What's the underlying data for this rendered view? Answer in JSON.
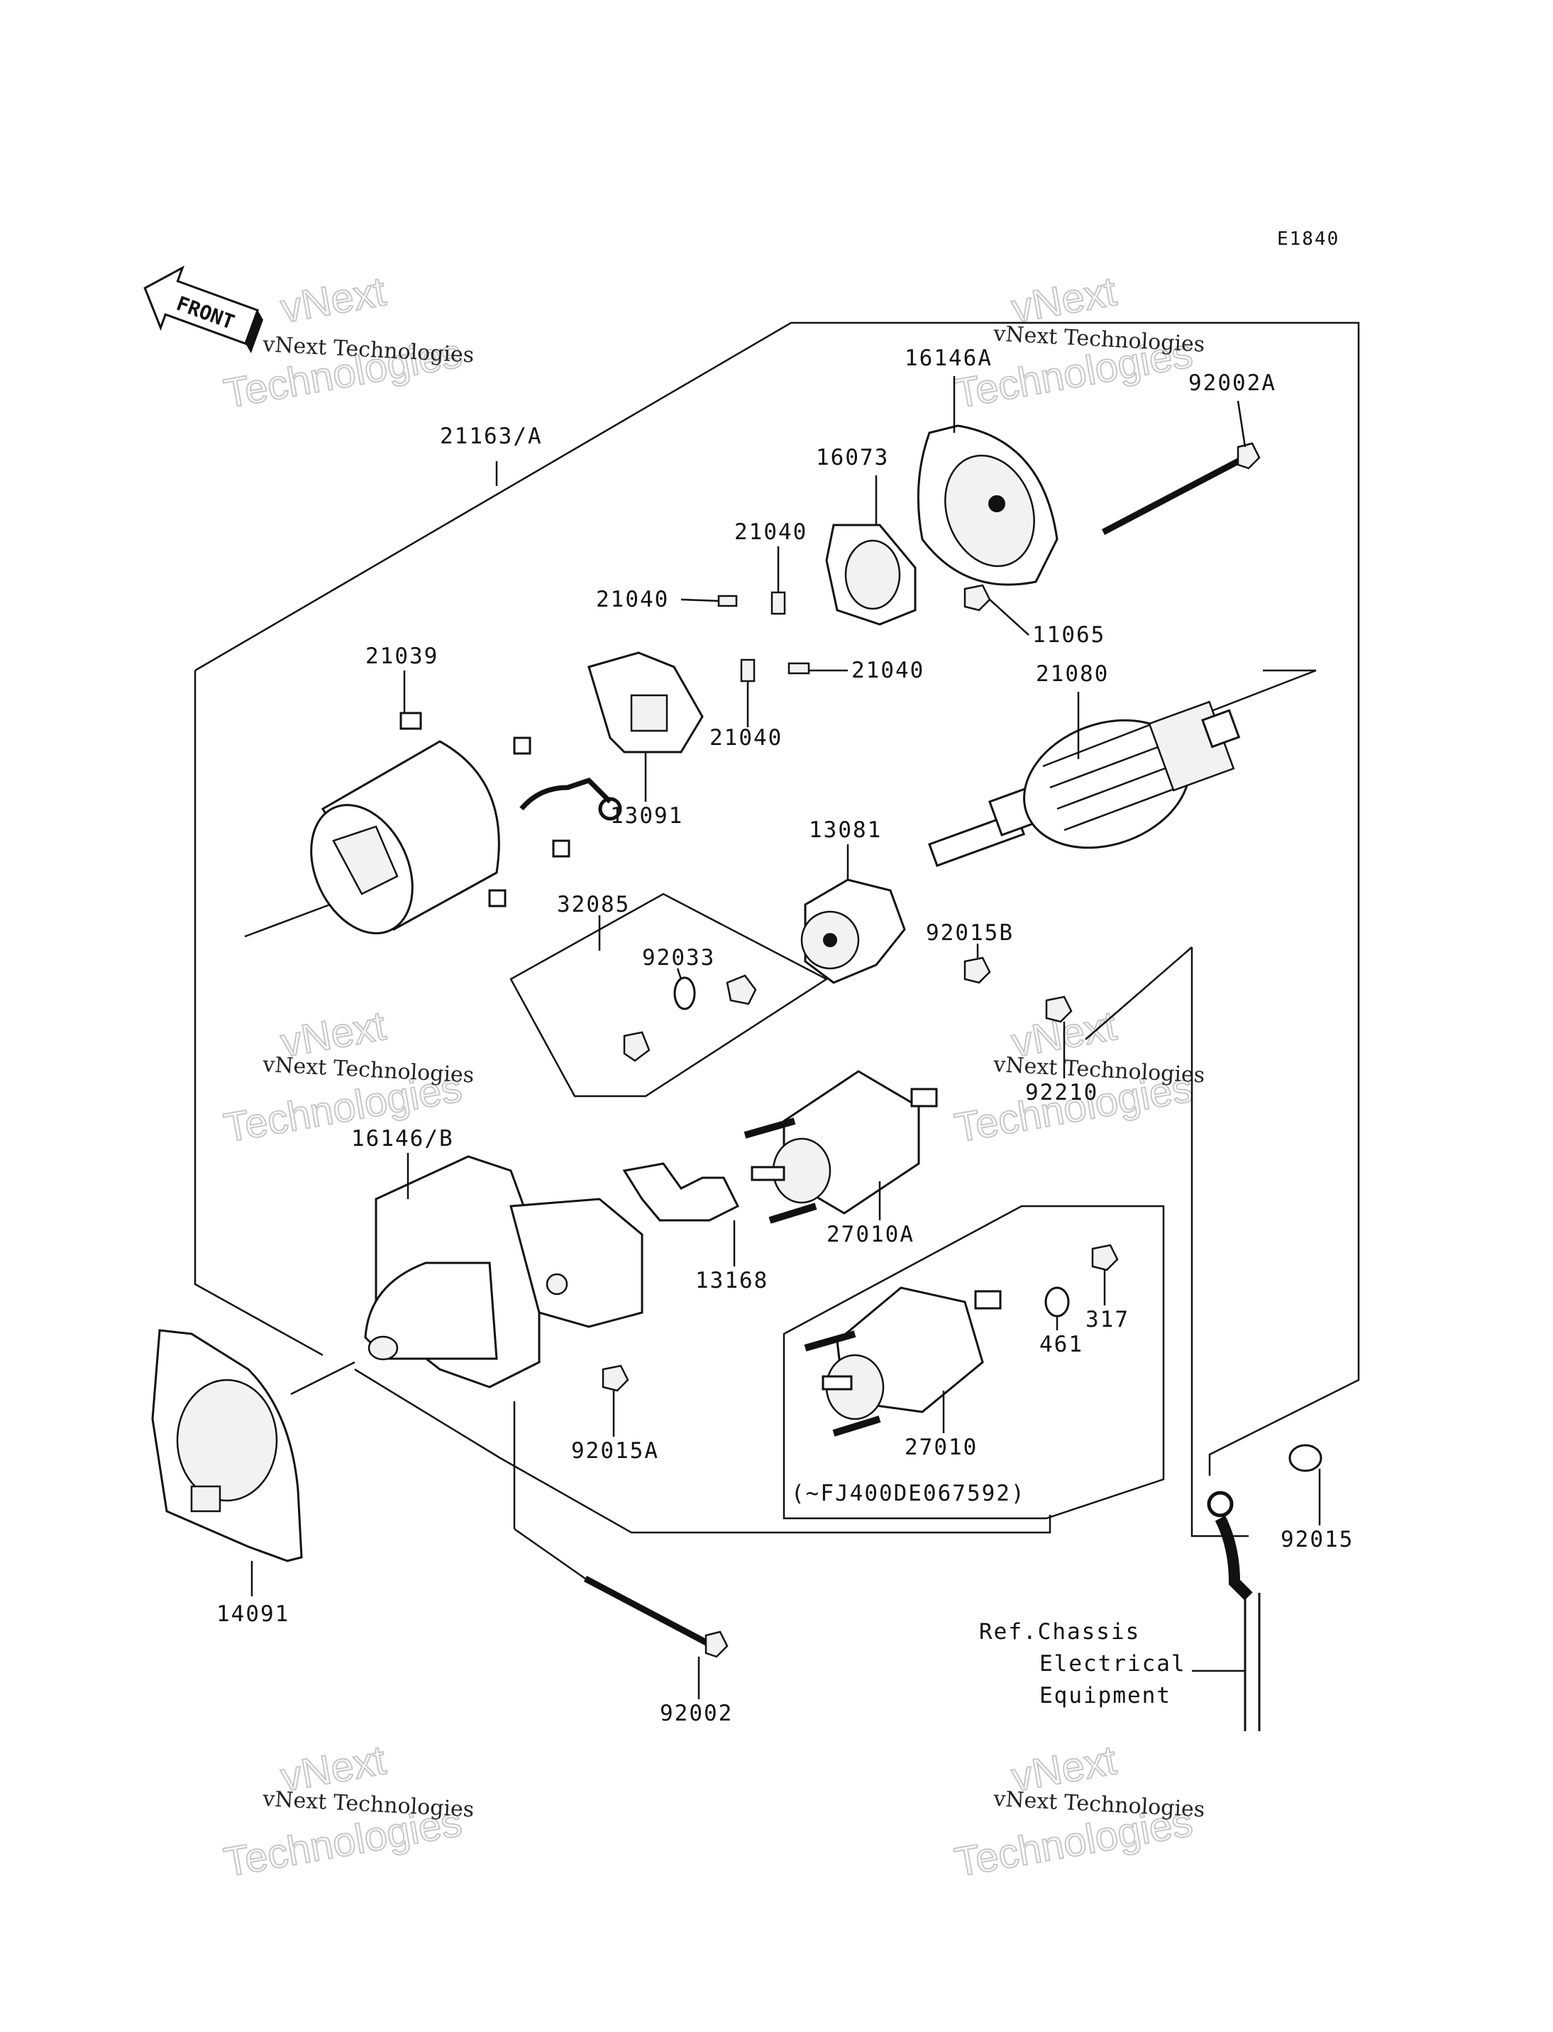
{
  "diagram_code": "E1840",
  "front_arrow_label": "FRONT",
  "watermark": {
    "small": "vNext Technologies",
    "big_top": "vNext",
    "big_bottom": "Technologies"
  },
  "parts": {
    "p21163A": "21163/A",
    "p16146A": "16146A",
    "p92002A": "92002A",
    "p16073": "16073",
    "p21040_a": "21040",
    "p21040_b": "21040",
    "p21040_c": "21040",
    "p21040_d": "21040",
    "p11065": "11065",
    "p21039": "21039",
    "p13091": "13091",
    "p21080": "21080",
    "p13081": "13081",
    "p32085": "32085",
    "p92033": "92033",
    "p92015B": "92015B",
    "p92210": "92210",
    "p16146B": "16146/B",
    "p27010A": "27010A",
    "p13168": "13168",
    "p461": "461",
    "p317": "317",
    "p14091": "14091",
    "p92015A": "92015A",
    "p27010": "27010",
    "serial_note": "(~FJ400DE067592)",
    "p92015": "92015",
    "p92002": "92002"
  },
  "reference_note": {
    "line1": "Ref.Chassis",
    "line2": "Electrical",
    "line3": "Equipment"
  }
}
